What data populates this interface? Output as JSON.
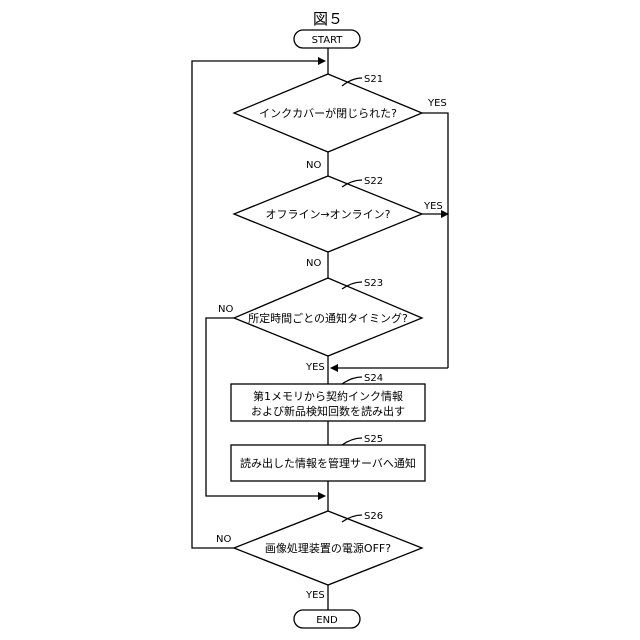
{
  "title": "図５",
  "terminals": {
    "start": "START",
    "end": "END"
  },
  "steps": {
    "s21": {
      "id": "S21",
      "text": "インクカバーが閉じられた?"
    },
    "s22": {
      "id": "S22",
      "text": "オフライン→オンライン?"
    },
    "s23": {
      "id": "S23",
      "text": "所定時間ごとの通知タイミング?"
    },
    "s24": {
      "id": "S24",
      "line1": "第1メモリから契約インク情報",
      "line2": "および新品検知回数を読み出す"
    },
    "s25": {
      "id": "S25",
      "text": "読み出した情報を管理サーバへ通知"
    },
    "s26": {
      "id": "S26",
      "text": "画像処理装置の電源OFF?"
    }
  },
  "branch_labels": {
    "s21_yes": "YES",
    "s21_no": "NO",
    "s22_yes": "YES",
    "s22_no": "NO",
    "s23_yes": "YES",
    "s23_no": "NO",
    "s26_yes": "YES",
    "s26_no": "NO"
  }
}
